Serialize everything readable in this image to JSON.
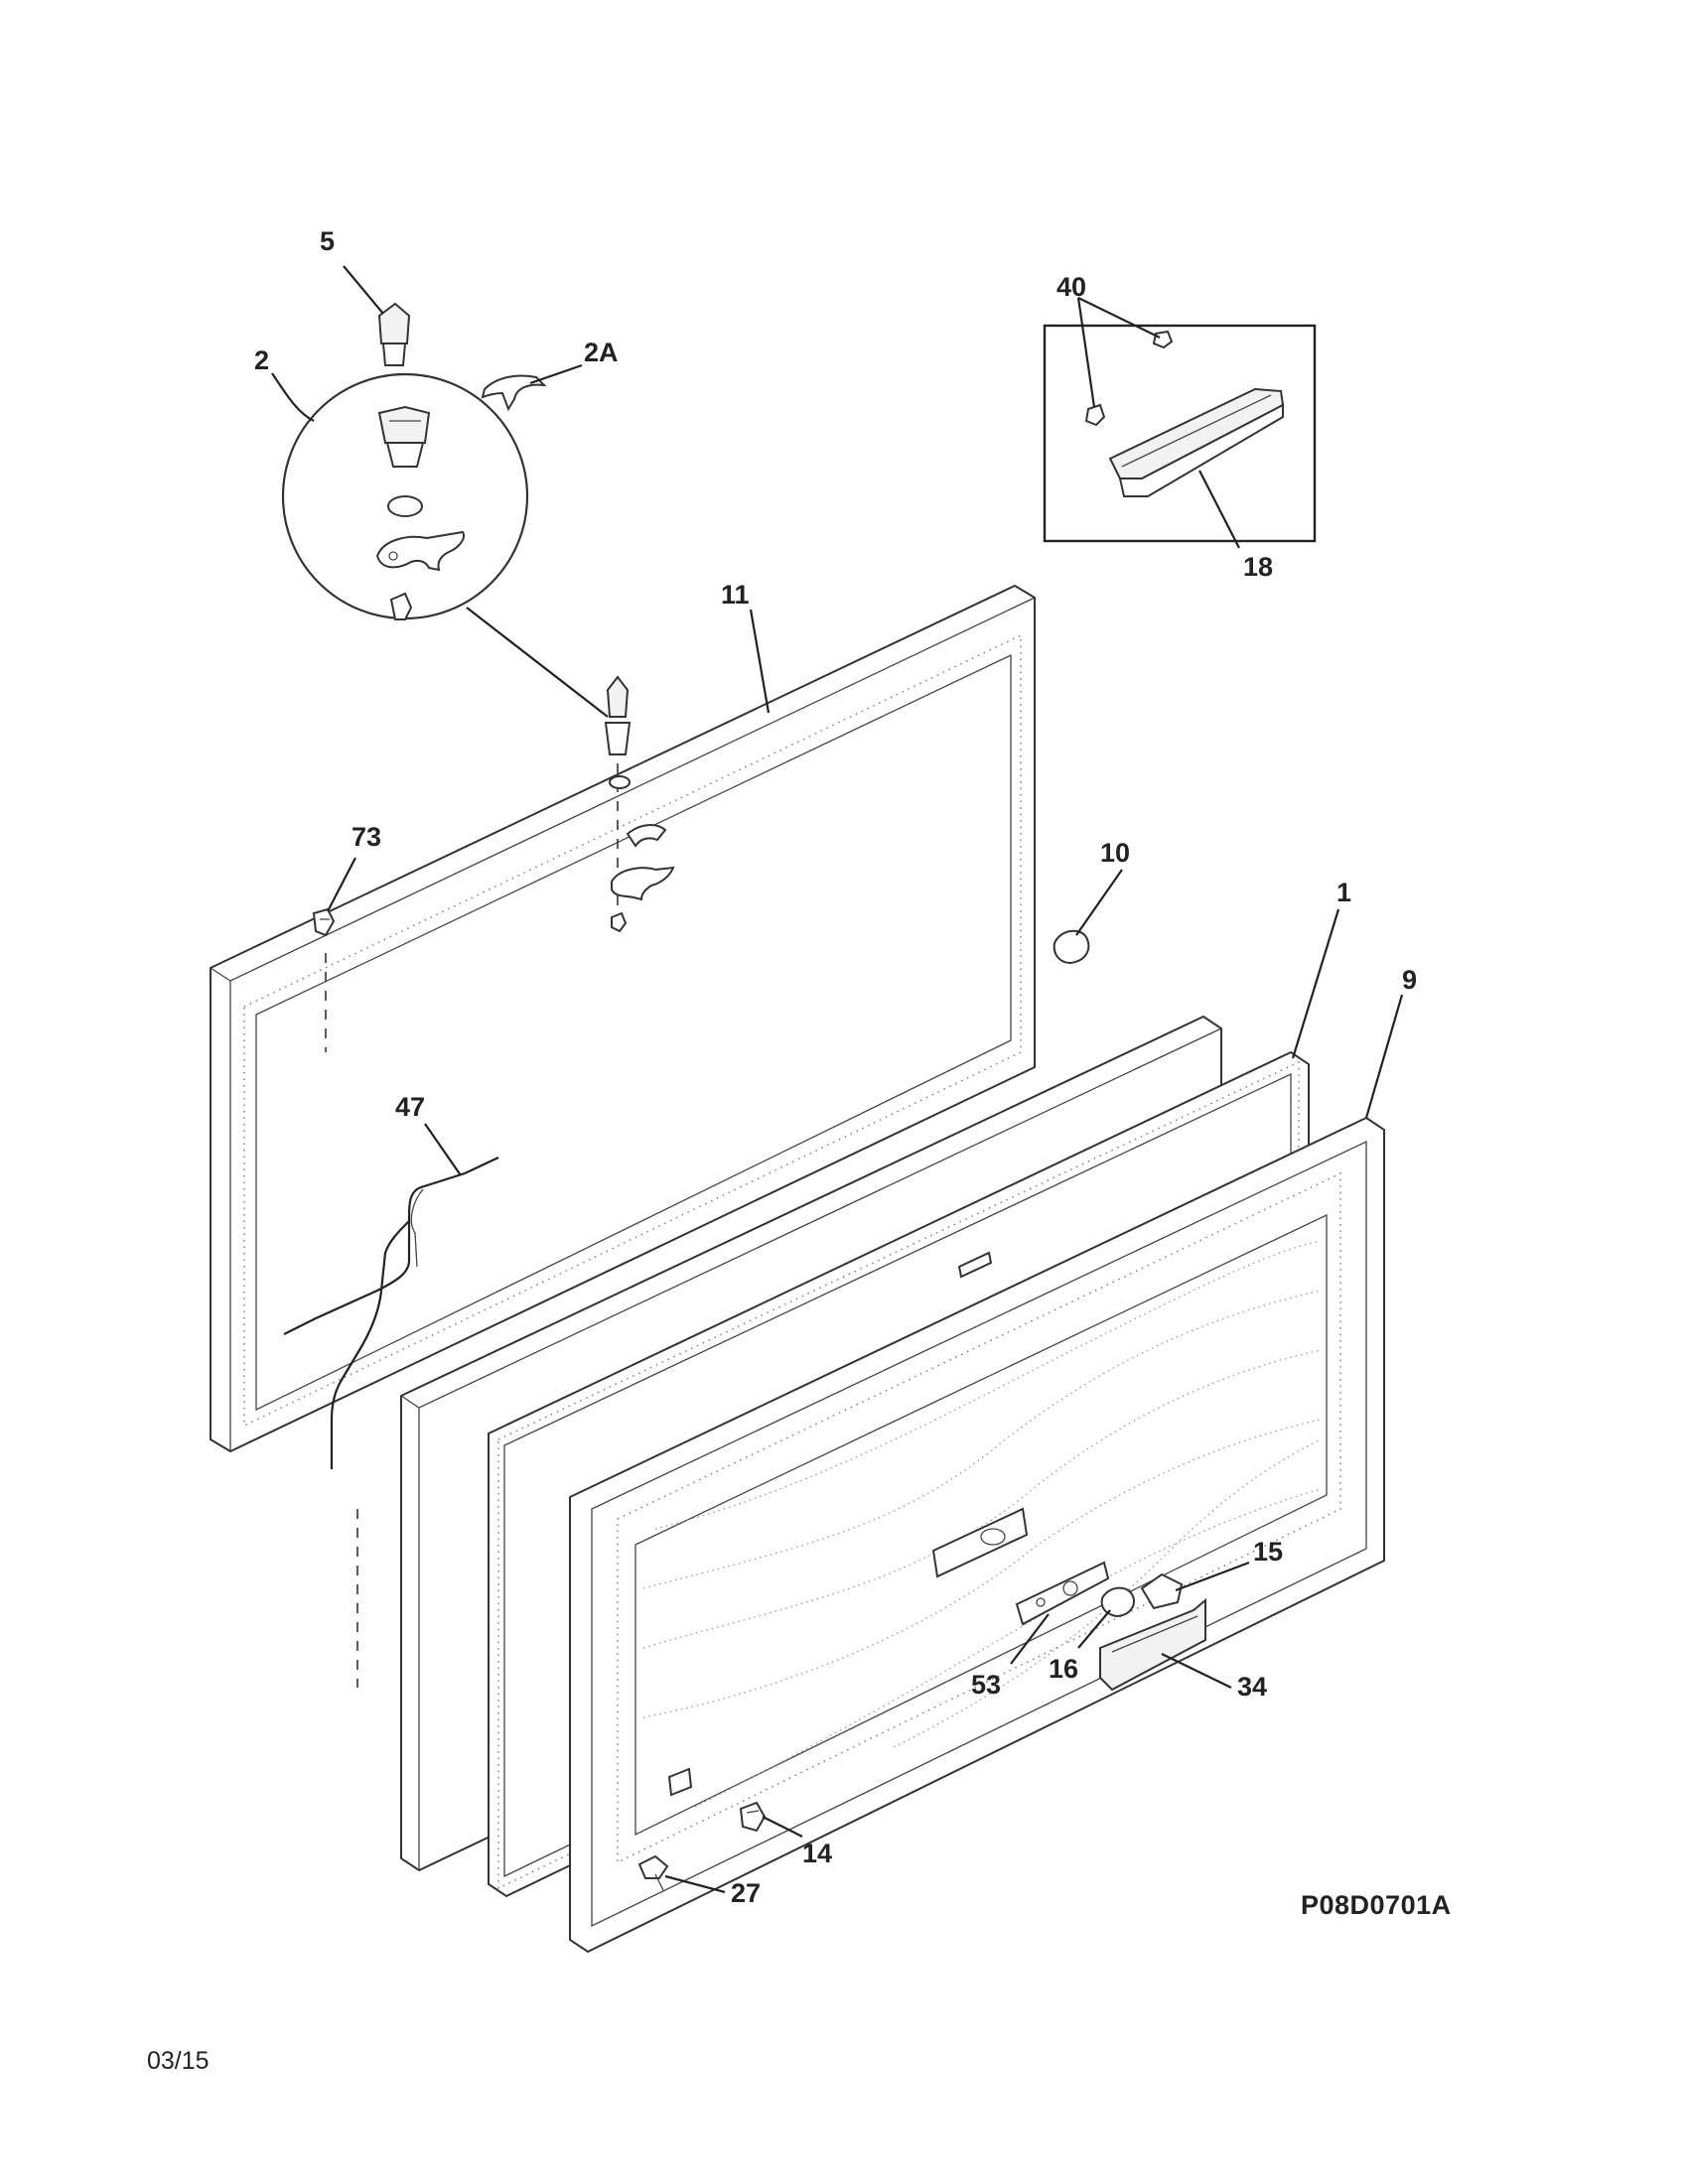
{
  "diagram": {
    "callouts": {
      "c5": "5",
      "c2": "2",
      "c2a": "2A",
      "c40": "40",
      "c18": "18",
      "c11": "11",
      "c73": "73",
      "c10": "10",
      "c1": "1",
      "c9": "9",
      "c47": "47",
      "c15": "15",
      "c16": "16",
      "c53": "53",
      "c34": "34",
      "c14": "14",
      "c27": "27"
    },
    "drawing_code": "P08D0701A",
    "date": "03/15"
  }
}
